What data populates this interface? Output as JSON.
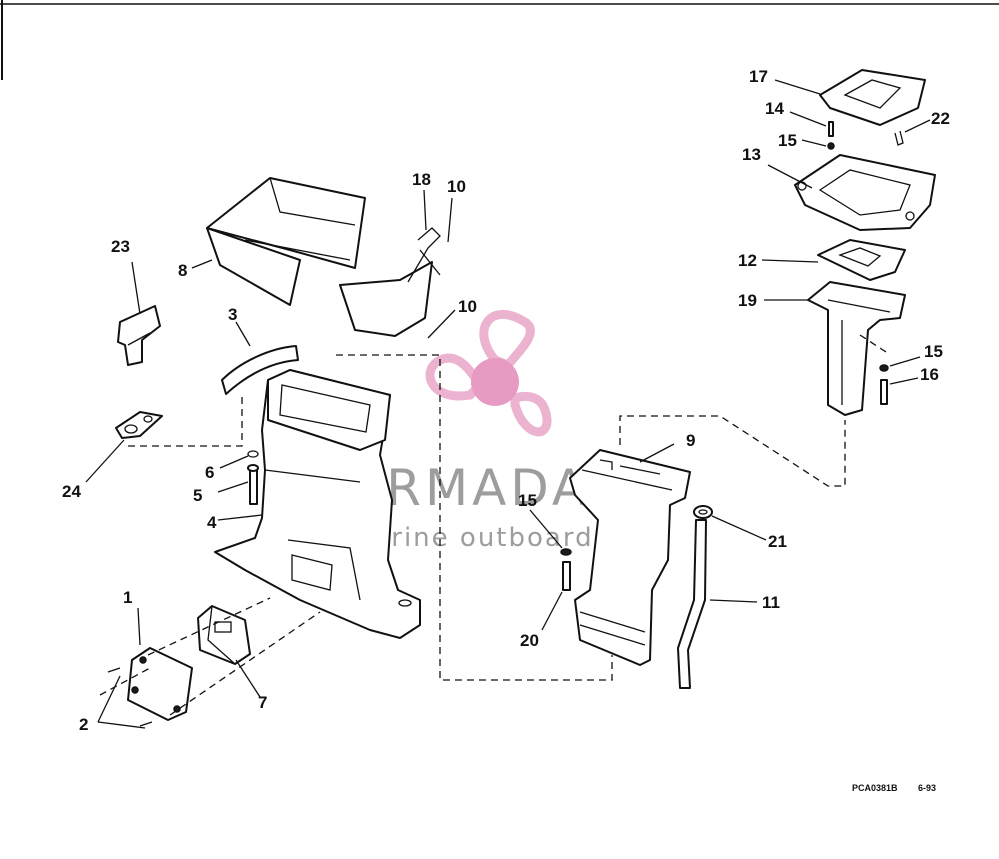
{
  "watermark": {
    "brand": "ARMADA",
    "tagline": "marine outboards",
    "logo_color": "#e8a6c8",
    "logo_center_color": "#e38ab8",
    "text_color": "#8c8c8c"
  },
  "figure": {
    "code": "PCA0381B",
    "date": "6-93"
  },
  "callouts": {
    "c1": "1",
    "c2": "2",
    "c3": "3",
    "c4": "4",
    "c5": "5",
    "c6": "6",
    "c7": "7",
    "c8": "8",
    "c9": "9",
    "c10a": "10",
    "c10b": "10",
    "c11": "11",
    "c12": "12",
    "c13": "13",
    "c14": "14",
    "c15a": "15",
    "c15b": "15",
    "c15c": "15",
    "c16": "16",
    "c17": "17",
    "c18": "18",
    "c19": "19",
    "c20": "20",
    "c21": "21",
    "c22": "22",
    "c23": "23",
    "c24": "24"
  }
}
